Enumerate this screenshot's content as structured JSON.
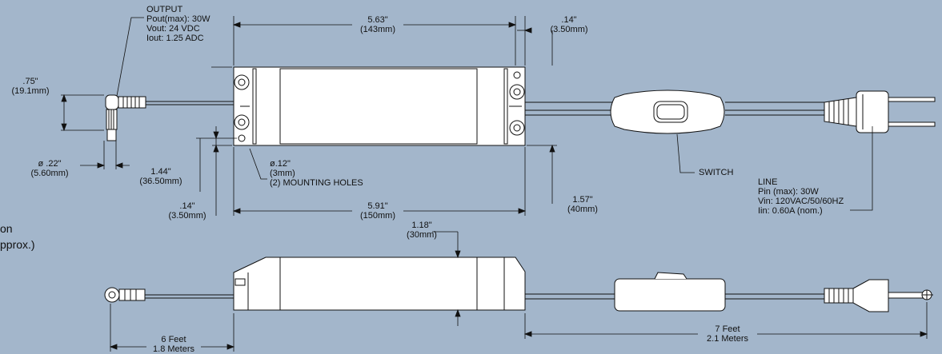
{
  "output_spec": [
    "OUTPUT",
    "Pout(max): 30W",
    "Vout: 24 VDC",
    "Iout: 1.25 ADC"
  ],
  "line_spec": [
    "LINE",
    "Pin (max): 30W",
    "Vin: 120VAC/50/60HZ",
    "Iin: 0.60A (nom.)"
  ],
  "switch_label": "SWITCH",
  "hole_spec": [
    "ø.12\"",
    "(3mm)",
    "(2) MOUNTING HOLES"
  ],
  "dims": {
    "length": [
      "5.63\"",
      "(143mm)"
    ],
    "end_offset": [
      ".14\"",
      "(3.50mm)"
    ],
    "plug_height": [
      ".75\"",
      "(19.1mm)"
    ],
    "plug_dia": [
      "ø .22\"",
      "(5.60mm)"
    ],
    "hole_spacing": [
      "1.44\"",
      "(36.50mm)"
    ],
    "hole_offset": [
      ".14\"",
      "(3.50mm)"
    ],
    "total_length": [
      "5.91\"",
      "(150mm)"
    ],
    "width": [
      "1.57\"",
      "(40mm)"
    ],
    "height": [
      "1.18\"",
      "(30mm)"
    ],
    "cord_out": [
      "6 Feet",
      "1.8 Meters"
    ],
    "cord_in": [
      "7 Feet",
      "2.1 Meters"
    ]
  },
  "left_partial": [
    "on",
    "pprox.)"
  ]
}
